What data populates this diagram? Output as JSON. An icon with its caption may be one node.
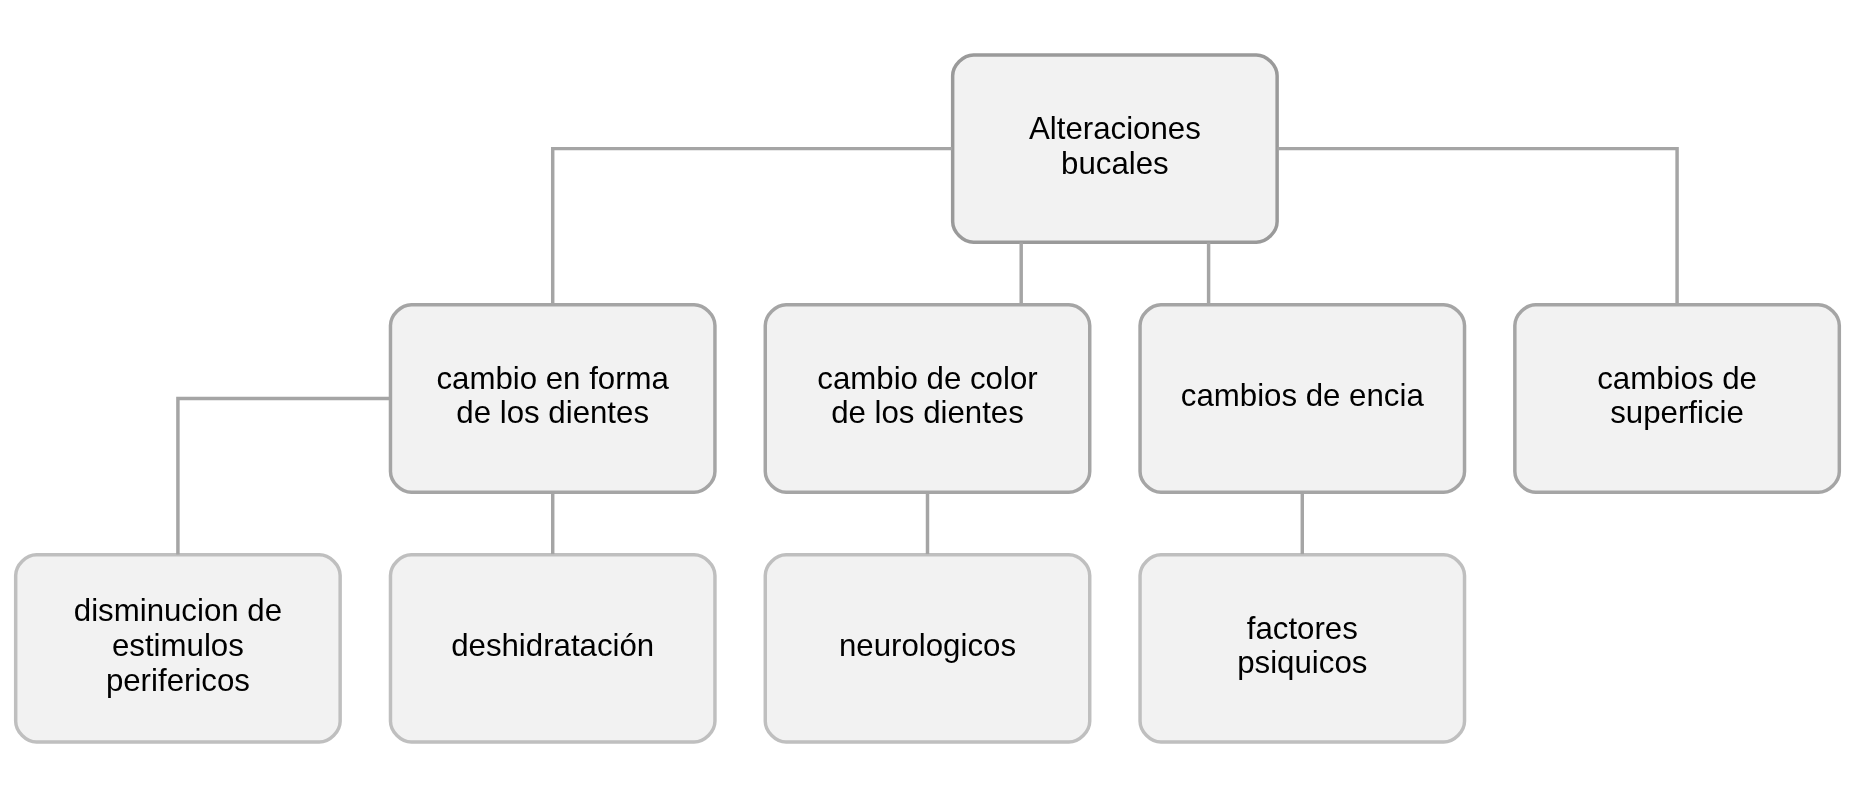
{
  "diagram": {
    "nodes": [
      {
        "text": [
          "Alteraciones bucales"
        ]
      },
      {
        "text": [
          "cambio en forma de los dientes"
        ]
      },
      {
        "text": [
          "cambio de color de los dientes"
        ]
      },
      {
        "text": [
          "cambios de encia"
        ]
      },
      {
        "text": [
          "cambios de superficie"
        ]
      },
      {
        "text": [
          "disminucion de estimulos perifericos"
        ]
      },
      {
        "text": [
          "deshidratación"
        ]
      },
      {
        "text": [
          "neurologicos"
        ]
      },
      {
        "text": [
          "factores psiquicos"
        ]
      }
    ],
    "edges": [
      {
        "from": 0,
        "to": 1,
        "arrow": "none"
      },
      {
        "from": 0,
        "to": 2,
        "arrow": "none"
      },
      {
        "from": 0,
        "to": 3,
        "arrow": "none"
      },
      {
        "from": 0,
        "to": 4,
        "arrow": "none"
      },
      {
        "from": 1,
        "to": 5,
        "arrow": "none"
      },
      {
        "from": 1,
        "to": 6,
        "arrow": "none"
      },
      {
        "from": 2,
        "to": 7,
        "arrow": "none"
      },
      {
        "from": 3,
        "to": 8,
        "arrow": "none"
      }
    ]
  }
}
